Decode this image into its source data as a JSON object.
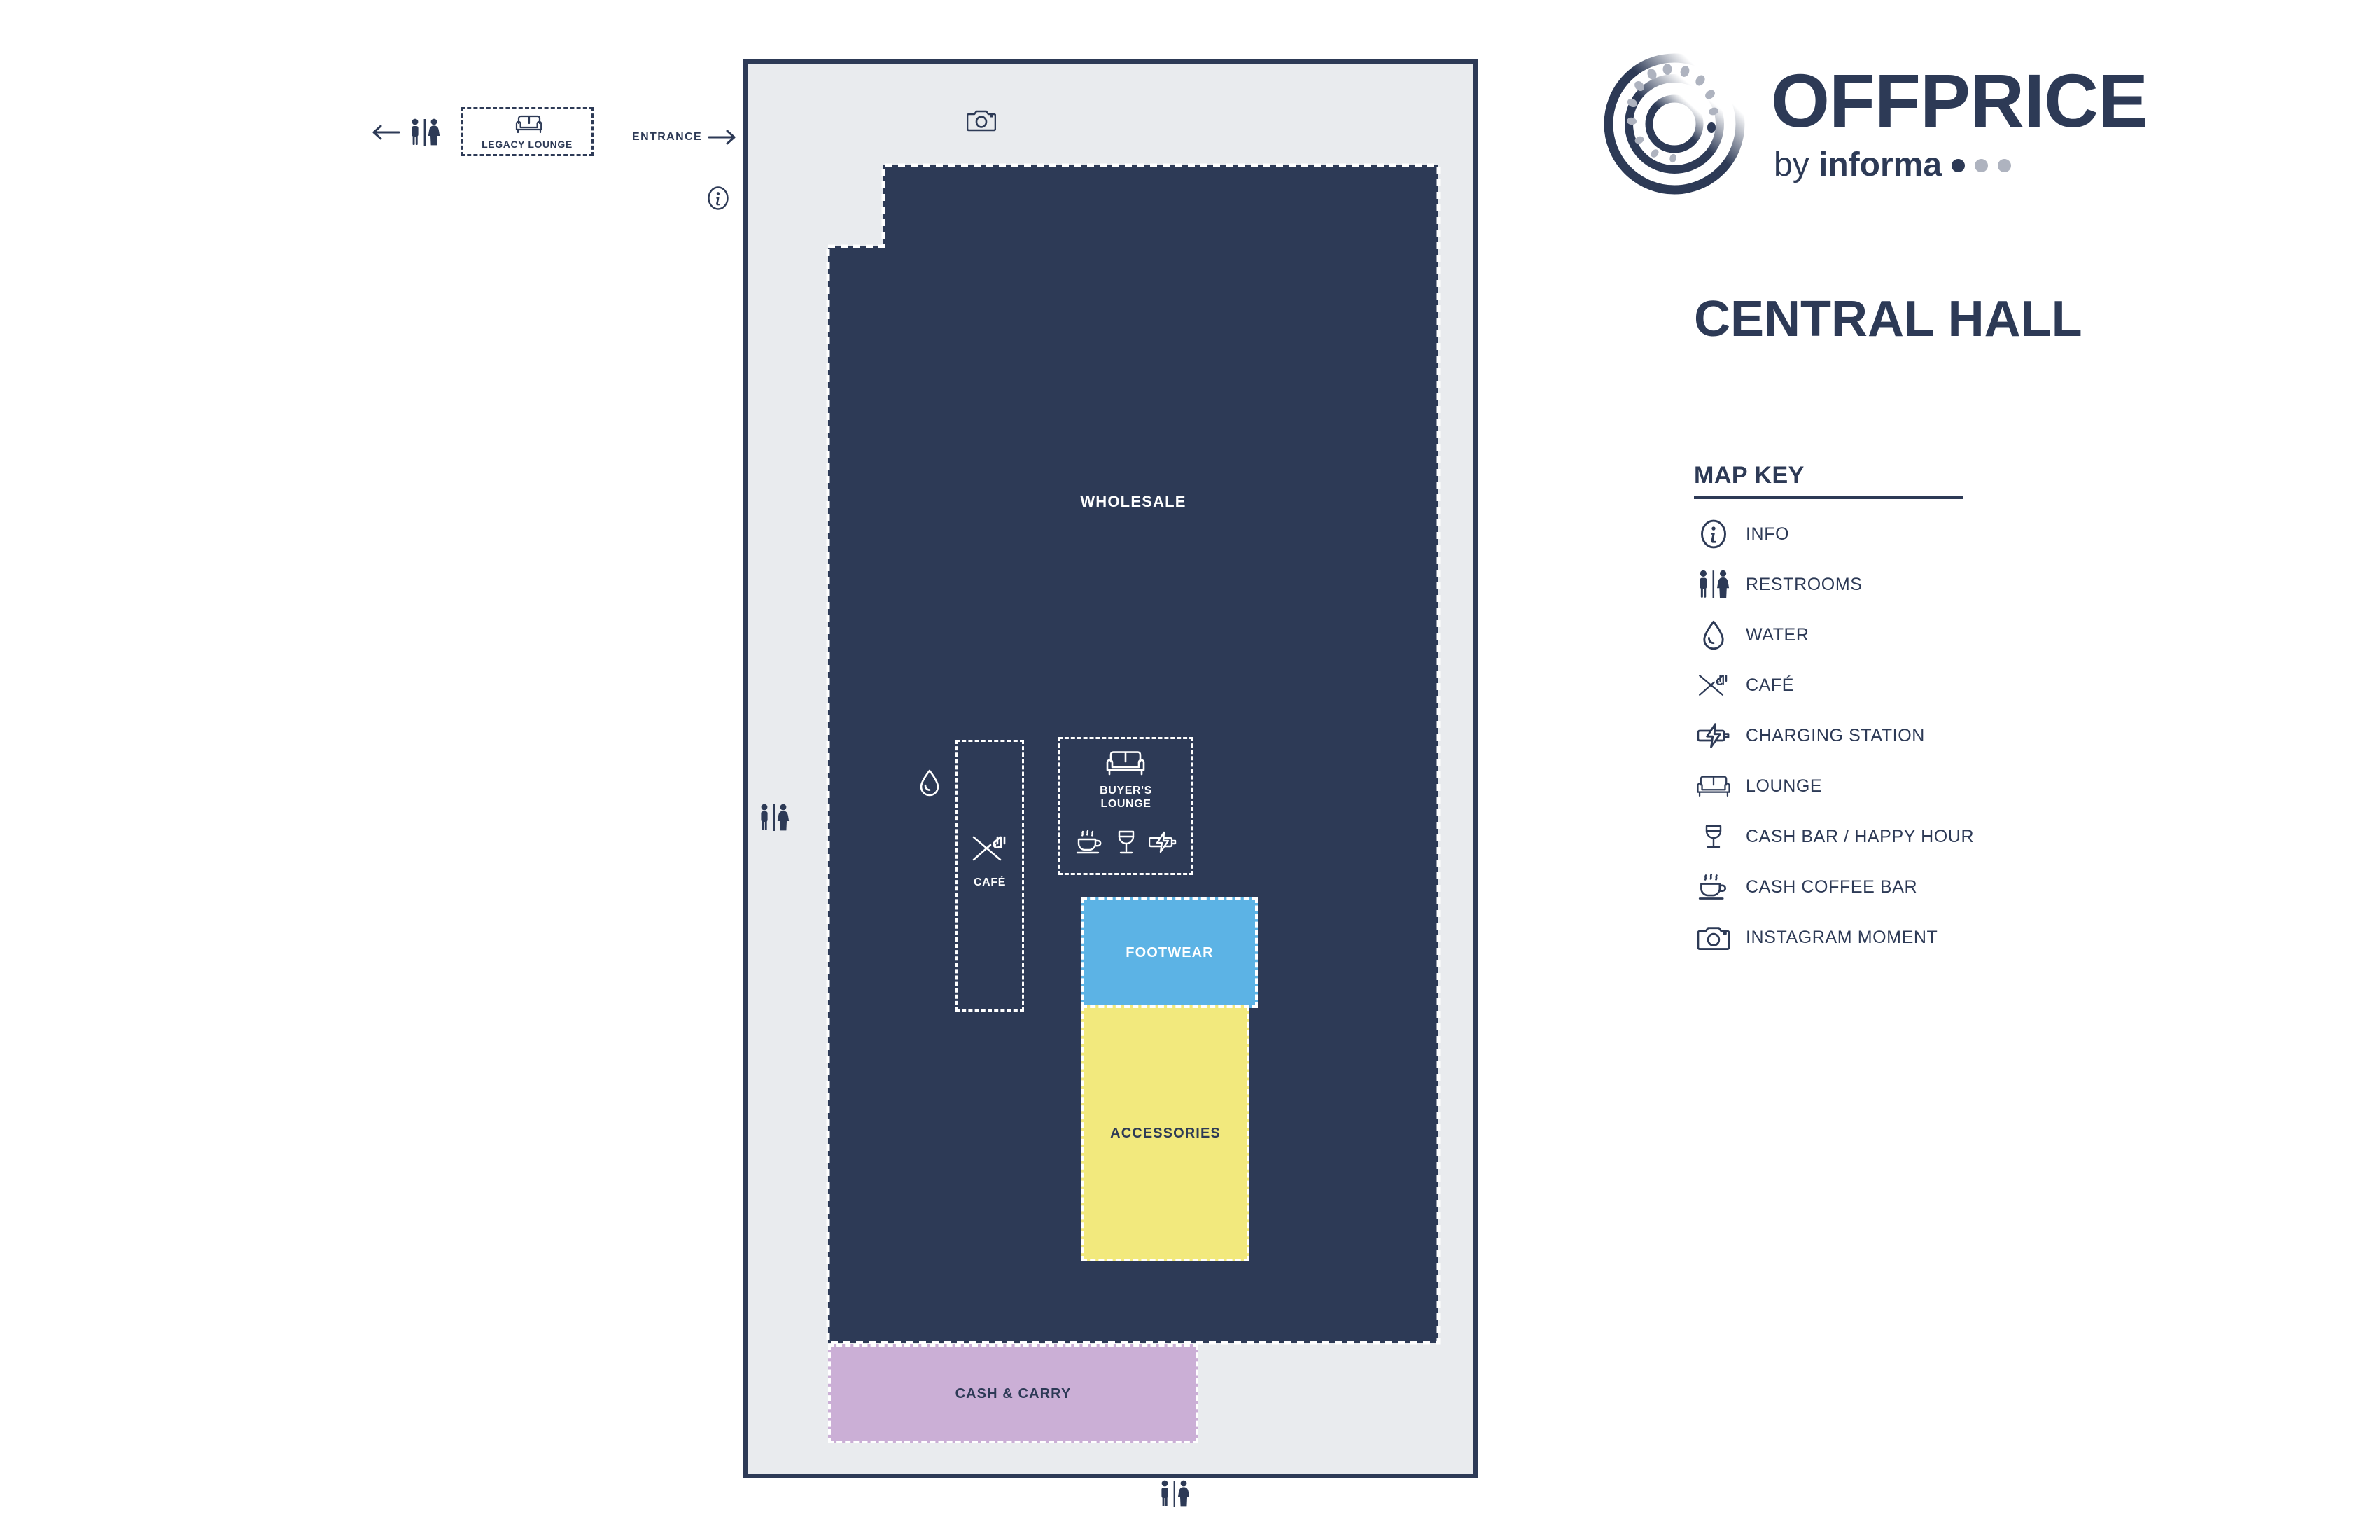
{
  "brand": {
    "name": "OFFPRICE",
    "byline_prefix": "by ",
    "byline_strong": "informa",
    "logo_icon": "offprice-circular-logo"
  },
  "hall": {
    "title": "CENTRAL HALL"
  },
  "map_key": {
    "title": "MAP KEY",
    "items": [
      {
        "icon": "info-icon",
        "label": "INFO"
      },
      {
        "icon": "restrooms-icon",
        "label": "RESTROOMS"
      },
      {
        "icon": "water-drop-icon",
        "label": "WATER"
      },
      {
        "icon": "cafe-utensils-icon",
        "label": "CAFÉ"
      },
      {
        "icon": "charging-battery-icon",
        "label": "CHARGING STATION"
      },
      {
        "icon": "lounge-sofa-icon",
        "label": "LOUNGE"
      },
      {
        "icon": "wine-glass-icon",
        "label": "CASH BAR / HAPPY HOUR"
      },
      {
        "icon": "coffee-cup-icon",
        "label": "CASH COFFEE BAR"
      },
      {
        "icon": "camera-icon",
        "label": "INSTAGRAM MOMENT"
      }
    ]
  },
  "floorplan": {
    "entrance_label": "ENTRANCE",
    "entrance_arrow": "arrow-right-icon",
    "restroom_arrow": "arrow-left-icon",
    "restroom_arrow_icon": "restrooms-icon",
    "legacy_lounge": {
      "label": "LEGACY LOUNGE",
      "icon": "lounge-sofa-icon"
    },
    "zones": [
      {
        "id": "wholesale",
        "label": "WHOLESALE",
        "fill": "#2d3a56",
        "text_color": "#ffffff"
      },
      {
        "id": "footwear",
        "label": "FOOTWEAR",
        "fill": "#5cb3e5",
        "text_color": "#ffffff"
      },
      {
        "id": "accessories",
        "label": "ACCESSORIES",
        "fill": "#f2e97d",
        "text_color": "#2d3a56"
      },
      {
        "id": "cash_carry",
        "label": "CASH & CARRY",
        "fill": "#cbafd6",
        "text_color": "#2d3a56"
      }
    ],
    "amenities": [
      {
        "id": "cafe",
        "label": "CAFÉ",
        "icons": [
          "cafe-utensils-icon"
        ]
      },
      {
        "id": "buyers_lounge",
        "label": "BUYER'S\nLOUNGE",
        "label_line1": "BUYER'S",
        "label_line2": "LOUNGE",
        "icons": [
          "lounge-sofa-icon",
          "coffee-cup-icon",
          "wine-glass-icon",
          "charging-battery-icon"
        ]
      }
    ],
    "markers": [
      {
        "id": "instagram_moment",
        "icon": "camera-icon"
      },
      {
        "id": "info",
        "icon": "info-icon"
      },
      {
        "id": "water",
        "icon": "water-drop-icon"
      },
      {
        "id": "restroom_left",
        "icon": "restrooms-icon"
      },
      {
        "id": "restroom_bottom",
        "icon": "restrooms-icon"
      }
    ]
  },
  "colors": {
    "navy": "#2d3a56",
    "hall_floor": "#e9ebee",
    "blue": "#5cb3e5",
    "yellow": "#f2e97d",
    "purple": "#cbafd6",
    "gray_dot": "#aeb3bf"
  }
}
